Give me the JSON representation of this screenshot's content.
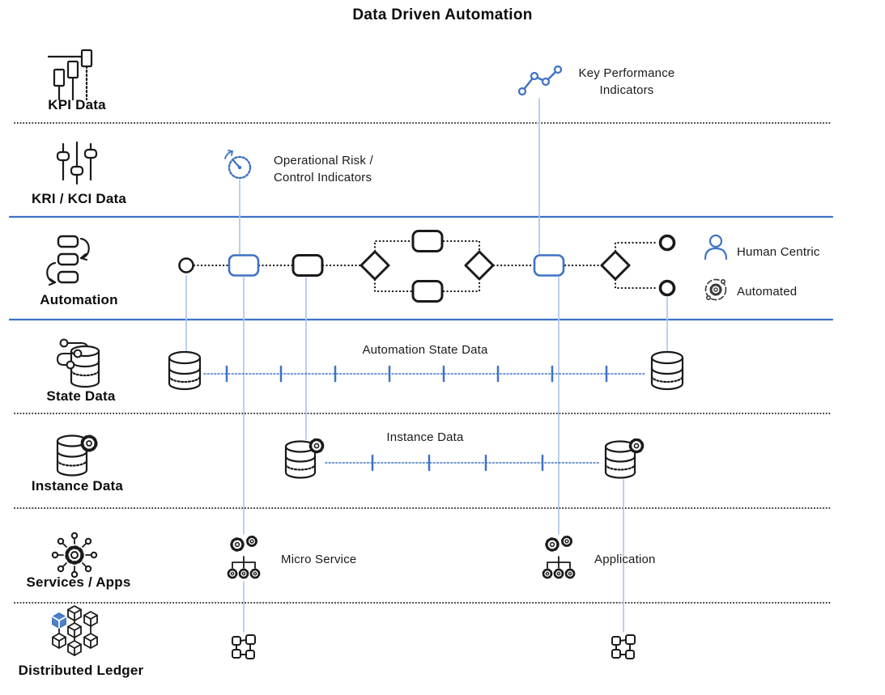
{
  "title": "Data Driven Automation",
  "lanes": [
    {
      "label": "KPI Data"
    },
    {
      "label": "KRI / KCI Data"
    },
    {
      "label": "Automation"
    },
    {
      "label": "State Data"
    },
    {
      "label": "Instance Data"
    },
    {
      "label": "Services / Apps"
    },
    {
      "label": "Distributed Ledger"
    }
  ],
  "annotations": {
    "kpi": "Key Performance Indicators",
    "operational_risk": "Operational Risk / Control Indicators",
    "state_flow": "Automation State Data",
    "instance_flow": "Instance Data",
    "micro_service": "Micro Service",
    "application": "Application"
  },
  "legend": {
    "human": "Human Centric",
    "automated": "Automated"
  },
  "colors": {
    "accent_blue": "#3E72C4",
    "connector_blue": "#AEC8EE",
    "line_black": "#1A1A1A"
  }
}
